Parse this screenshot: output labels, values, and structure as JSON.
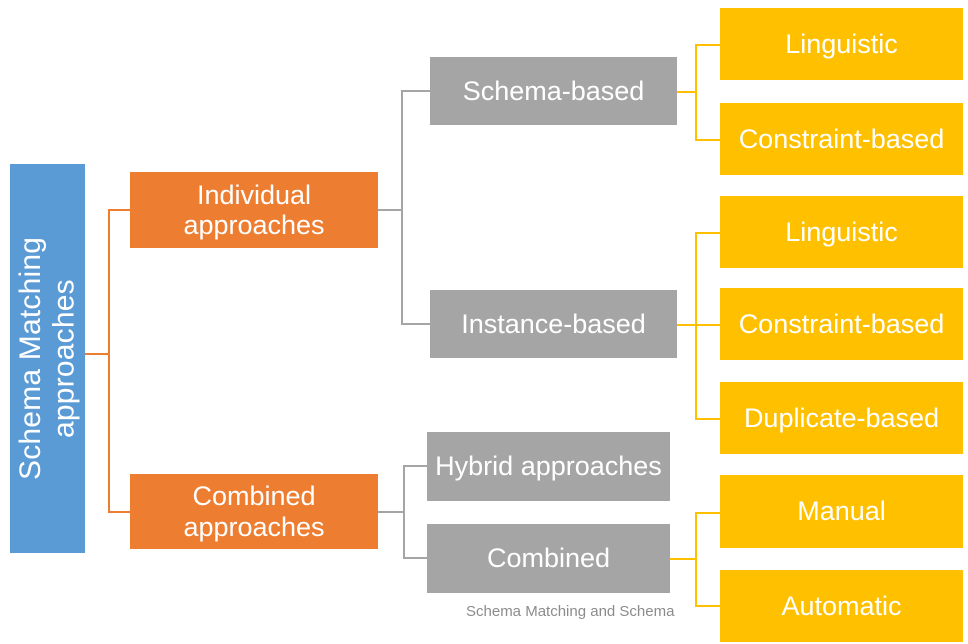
{
  "diagram": {
    "title_node": {
      "label": "Schema Matching approaches",
      "color": "#5B9BD5"
    },
    "level1": [
      {
        "label": "Individual approaches",
        "color": "#ED7D31"
      },
      {
        "label": "Combined approaches",
        "color": "#ED7D31"
      }
    ],
    "level2": [
      {
        "label": "Schema-based",
        "color": "#A5A5A5"
      },
      {
        "label": "Instance-based",
        "color": "#A5A5A5"
      },
      {
        "label": "Hybrid approaches",
        "color": "#A5A5A5"
      },
      {
        "label": "Combined",
        "color": "#A5A5A5"
      }
    ],
    "level3": [
      {
        "label": "Linguistic",
        "color": "#FFC000"
      },
      {
        "label": "Constraint-based",
        "color": "#FFC000"
      },
      {
        "label": "Linguistic",
        "color": "#FFC000"
      },
      {
        "label": "Constraint-based",
        "color": "#FFC000"
      },
      {
        "label": "Duplicate-based",
        "color": "#FFC000"
      },
      {
        "label": "Manual",
        "color": "#FFC000"
      },
      {
        "label": "Automatic",
        "color": "#FFC000"
      }
    ],
    "caption": "Schema Matching and Schema",
    "palette": {
      "root": "#5B9BD5",
      "branch": "#ED7D31",
      "category": "#A5A5A5",
      "leaf": "#FFC000",
      "caption_text": "#8C8C8C",
      "background": "#FFFFFF"
    }
  }
}
